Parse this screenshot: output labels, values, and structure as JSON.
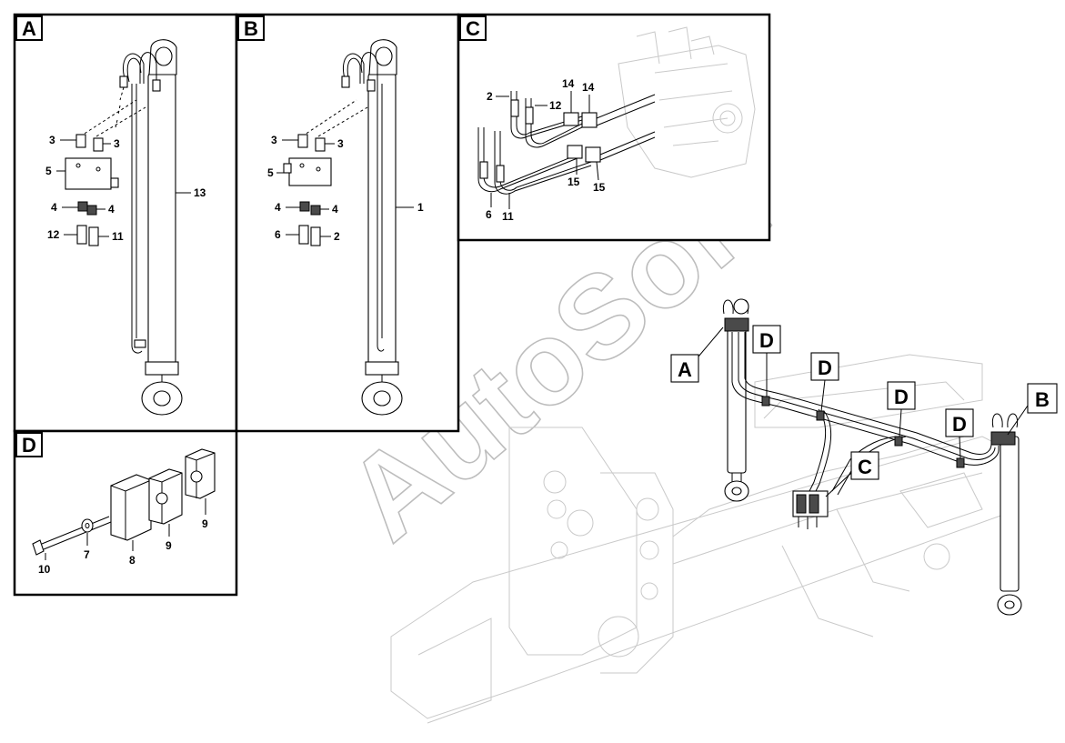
{
  "panels": {
    "A": {
      "tag": "A",
      "labels": {
        "l3a": "3",
        "l3b": "3",
        "l5": "5",
        "l4a": "4",
        "l4b": "4",
        "l12": "12",
        "l11": "11",
        "l13": "13"
      }
    },
    "B": {
      "tag": "B",
      "labels": {
        "l3a": "3",
        "l3b": "3",
        "l5": "5",
        "l4a": "4",
        "l4b": "4",
        "l6": "6",
        "l2": "2",
        "l1": "1"
      }
    },
    "C": {
      "tag": "C",
      "labels": {
        "l2": "2",
        "l12": "12",
        "l14a": "14",
        "l14b": "14",
        "l15a": "15",
        "l15b": "15",
        "l6": "6",
        "l11": "11"
      }
    },
    "D": {
      "tag": "D",
      "labels": {
        "l10": "10",
        "l7": "7",
        "l8": "8",
        "l9a": "9",
        "l9b": "9"
      }
    }
  },
  "callouts": {
    "a": "A",
    "b": "B",
    "c": "C",
    "d1": "D",
    "d2": "D",
    "d3": "D",
    "d4": "D"
  },
  "watermark": "AutoSoft"
}
